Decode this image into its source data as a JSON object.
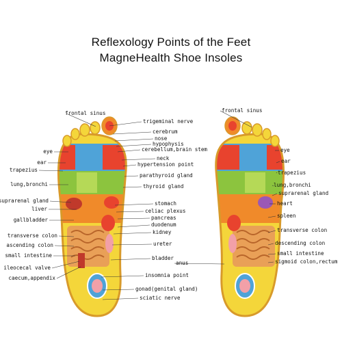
{
  "title_line1": "Reflexology Points of the Feet",
  "title_line2": "MagneHealth Shoe Insoles",
  "colors": {
    "foot_outline": "#d89a2a",
    "yellow": "#f4d63a",
    "orange": "#f08a2a",
    "red": "#e8432e",
    "green": "#8cc43e",
    "light_green": "#b5d957",
    "blue": "#4fa3d8",
    "pink": "#f2a0a8",
    "purple": "#9b58b5",
    "intestine": "#e9a057"
  },
  "labels": {
    "left": [
      "frontal sinus",
      "eye",
      "ear",
      "trapezius",
      "lung,bronchi",
      "suprarenal gland",
      "liver",
      "gallbladder",
      "transverse colon",
      "ascending colon",
      "small intestine",
      "ileocecal valve",
      "caecum,appendix"
    ],
    "center": [
      "trigeminal nerve",
      "cerebrum",
      "nose",
      "hypophysis",
      "cerebellum,brain stem",
      "neck",
      "hypertension point",
      "parathyroid gland",
      "thyroid gland",
      "stomach",
      "celiac plexus",
      "pancreas",
      "duodenum",
      "kidney",
      "ureter",
      "bladder",
      "anus",
      "insomnia point",
      "gonad(genital gland)",
      "sciatic nerve"
    ],
    "right": [
      "frontal sinus",
      "eye",
      "ear",
      "trapezius",
      "lung,bronchi",
      "suprarenal gland",
      "heart",
      "spleen",
      "transverse colon",
      "descending colon",
      "small intestine",
      "sigmoid colon,rectum"
    ]
  }
}
